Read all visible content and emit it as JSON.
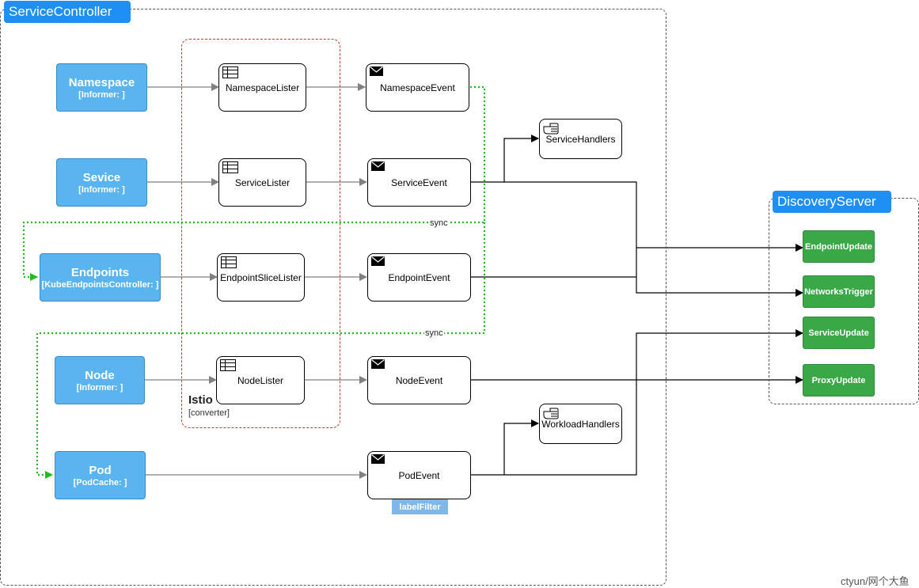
{
  "service_controller": {
    "title": "ServiceController"
  },
  "discovery_server": {
    "title": "DiscoveryServer"
  },
  "istio": {
    "title": "Istio",
    "subtitle": "[converter]"
  },
  "sources": {
    "namespace": {
      "name": "Namespace",
      "type": "[Informer: ]"
    },
    "service": {
      "name": "Sevice",
      "type": "[Informer: ]"
    },
    "endpoints": {
      "name": "Endpoints",
      "type": "[KubeEndpointsController: ]"
    },
    "node": {
      "name": "Node",
      "type": "[Informer: ]"
    },
    "pod": {
      "name": "Pod",
      "type": "[PodCache: ]"
    }
  },
  "listers": {
    "namespace": "NamespaceLister",
    "service": "ServiceLister",
    "endpoint_slice": "EndpointSliceLister",
    "node": "NodeLister"
  },
  "events": {
    "namespace": "NamespaceEvent",
    "service": "ServiceEvent",
    "endpoint": "EndpointEvent",
    "node": "NodeEvent",
    "pod": "PodEvent"
  },
  "handlers": {
    "service": "ServiceHandlers",
    "workload": "WorkloadHandlers"
  },
  "updates": {
    "endpoint": "EndpointUpdate",
    "networks": "NetworksTrigger",
    "service": "ServiceUpdate",
    "proxy": "ProxyUpdate"
  },
  "label_filter": "labelFilter",
  "sync_labels": [
    "sync",
    "sync"
  ],
  "watermark": "ctyun/网个大鱼",
  "icons": {
    "lister": "table-icon",
    "event": "envelope-icon",
    "handler": "hand-icon"
  },
  "colors": {
    "frame_title": "#1e90f5",
    "source_fill": "#5ab4ef",
    "update_fill": "#3aa847",
    "istio_border": "#c0392b",
    "sync_line": "#22bb22",
    "gray_arrow": "#808080"
  }
}
